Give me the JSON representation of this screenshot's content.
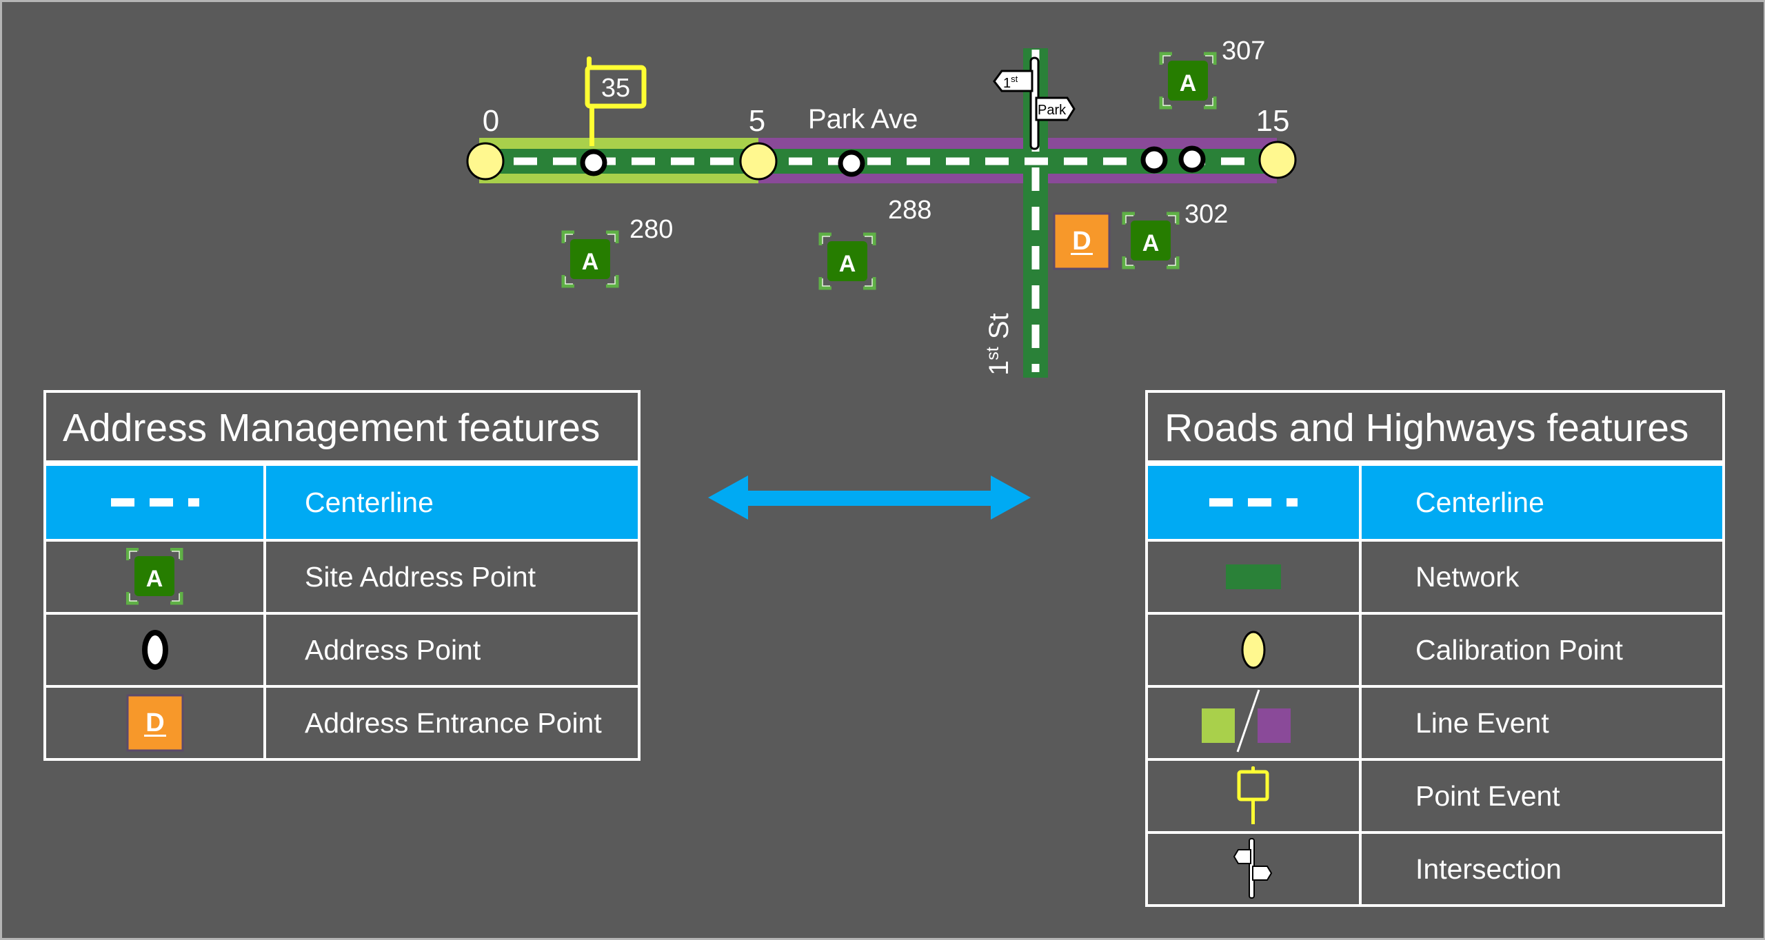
{
  "colors": {
    "background": "#5a5a5a",
    "network_green": "#2a8138",
    "line_event_green": "#a9d04b",
    "line_event_purple": "#8a4a99",
    "calibration_yellow": "#fff88f",
    "point_event_yellow": "#ffff33",
    "site_point_green": "#267d00",
    "entrance_orange": "#f7982a",
    "highlight_blue": "#00aaf3"
  },
  "map": {
    "streets": [
      {
        "name": "Park Ave",
        "orientation": "horizontal"
      },
      {
        "name_main": "1",
        "name_sup": "st",
        "name_suffix": " St",
        "orientation": "vertical"
      }
    ],
    "calibration_points": [
      {
        "measure": "0"
      },
      {
        "measure": "5"
      },
      {
        "measure": "15"
      }
    ],
    "point_event": {
      "value": "35"
    },
    "line_events": [
      {
        "from_measure": 0,
        "to_measure": 5,
        "color": "green"
      },
      {
        "from_measure": 5,
        "to_measure": 15,
        "color": "purple"
      }
    ],
    "site_address_points": [
      {
        "number": "280",
        "glyph": "A"
      },
      {
        "number": "288",
        "glyph": "A"
      },
      {
        "number": "302",
        "glyph": "A"
      },
      {
        "number": "307",
        "glyph": "A"
      }
    ],
    "address_entrance_point": {
      "glyph": "D"
    },
    "intersection_sign": {
      "left_label_main": "1",
      "left_label_sup": "st",
      "right_label": "Park"
    },
    "address_point_count": 4
  },
  "left_legend": {
    "title": "Address Management features",
    "rows": [
      {
        "symbol": "centerline-dash-icon",
        "label": "Centerline",
        "highlighted": true
      },
      {
        "symbol": "site-address-point-icon",
        "label": "Site Address Point",
        "glyph": "A"
      },
      {
        "symbol": "address-point-icon",
        "label": "Address Point"
      },
      {
        "symbol": "address-entrance-point-icon",
        "label": "Address Entrance Point",
        "glyph": "D"
      }
    ]
  },
  "right_legend": {
    "title": "Roads and Highways features",
    "rows": [
      {
        "symbol": "centerline-dash-icon",
        "label": "Centerline",
        "highlighted": true
      },
      {
        "symbol": "network-swatch-icon",
        "label": "Network"
      },
      {
        "symbol": "calibration-point-icon",
        "label": "Calibration Point"
      },
      {
        "symbol": "line-event-swatch-icon",
        "label": "Line Event"
      },
      {
        "symbol": "point-event-icon",
        "label": "Point Event"
      },
      {
        "symbol": "intersection-sign-icon",
        "label": "Intersection"
      }
    ]
  },
  "connector": {
    "icon": "double-headed-arrow-icon"
  }
}
